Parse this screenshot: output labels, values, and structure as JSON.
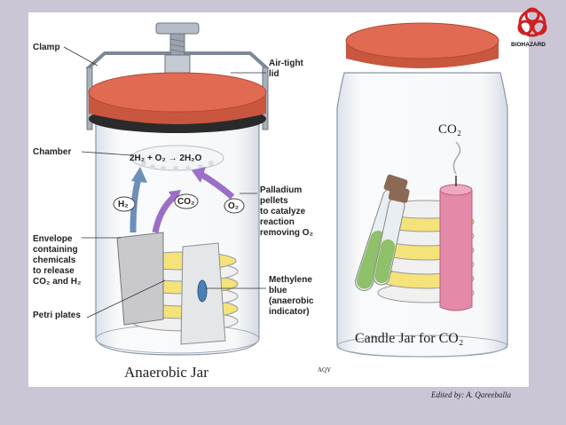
{
  "labels": {
    "clamp": "Clamp",
    "airtight_lid_1": "Air-tight",
    "airtight_lid_2": "lid",
    "chamber": "Chamber",
    "reaction": "2H₂ + O₂ → 2H₂O",
    "h2": "H₂",
    "co2_bubble": "CO₂",
    "o2": "O₂",
    "palladium_1": "Palladium",
    "palladium_2": "pellets",
    "palladium_3": "to catalyze",
    "palladium_4": "reaction",
    "palladium_5": "removing O₂",
    "envelope_1": "Envelope",
    "envelope_2": "containing",
    "envelope_3": "chemicals",
    "envelope_4": "to release",
    "envelope_5": "CO₂ and H₂",
    "petri": "Petri plates",
    "methylene_1": "Methylene",
    "methylene_2": "blue",
    "methylene_3": "(anaerobic",
    "methylene_4": "indicator)",
    "anaerobic_title": "Anaerobic Jar",
    "aqy": "AQY",
    "candle_co2": "CO₂",
    "candle_title": "Candle Jar for CO₂"
  },
  "logo": {
    "text": "BIOHAZARD"
  },
  "credit": "Edited by: A. Qareeballa",
  "colors": {
    "lid": "#e06a52",
    "petri_agar": "#f4e27a",
    "candle": "#e48aa8",
    "tube_liquid": "#8fc06a",
    "arrow_blue": "#6d8fb8",
    "arrow_purple": "#9b6fc8",
    "background": "#cbc5d6"
  }
}
